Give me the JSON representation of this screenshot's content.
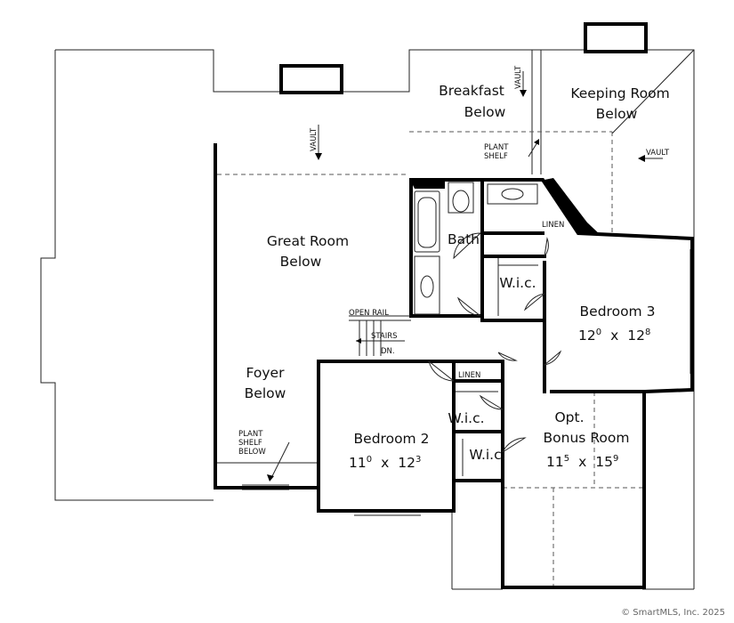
{
  "rooms": {
    "breakfast": [
      "Breakfast",
      "Below"
    ],
    "keeping_room": [
      "Keeping Room",
      "Below"
    ],
    "great_room": [
      "Great Room",
      "Below"
    ],
    "foyer": [
      "Foyer",
      "Below"
    ],
    "bath": "Bath",
    "bedroom3": {
      "name": "Bedroom 3",
      "w": "12",
      "w_sup": "0",
      "h": "12",
      "h_sup": "8"
    },
    "bedroom2": {
      "name": "Bedroom 2",
      "w": "11",
      "w_sup": "0",
      "h": "12",
      "h_sup": "3"
    },
    "bonus": {
      "name": [
        "Opt.",
        "Bonus Room"
      ],
      "w": "11",
      "w_sup": "5",
      "h": "15",
      "h_sup": "9"
    }
  },
  "notes": {
    "vault": "VAULT",
    "plant_shelf": [
      "PLANT",
      "SHELF"
    ],
    "plant_shelf_below": [
      "PLANT",
      "SHELF",
      "BELOW"
    ],
    "linen": "LINEN",
    "wic": "W.i.c.",
    "open_rail": "OPEN RAIL",
    "stairs": "STAIRS",
    "dn": "DN.",
    "by": "x"
  },
  "credit": "© SmartMLS, Inc. 2025"
}
